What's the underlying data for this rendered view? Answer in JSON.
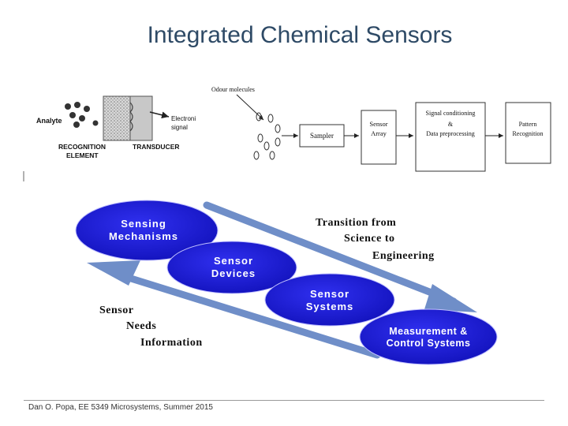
{
  "slide": {
    "title": "Integrated Chemical Sensors",
    "footer": "Dan O. Popa, EE 5349 Microsystems, Summer 2015"
  },
  "recognition_diagram": {
    "analyte_label": "Analyte",
    "electronic_signal_label": "Electroni signal",
    "recognition_element_label": "RECOGNITION ELEMENT",
    "transducer_label": "TRANSDUCER"
  },
  "enose_diagram": {
    "odour_molecules_label": "Odour molecules",
    "blocks": [
      "Sampler",
      "Sensor Array",
      "Signal conditioning & Data preprocessing",
      "Pattern Recognition"
    ]
  },
  "hierarchy_diagram": {
    "ellipses": [
      "Sensing Mechanisms",
      "Sensor Devices",
      "Sensor Systems",
      "Measurement & Control Systems"
    ],
    "down_arrow_label": "Transition from Science to Engineering",
    "up_arrow_label": "Sensor Needs Information",
    "colors": {
      "ellipse": "#1a1ad6",
      "arrow": "#6f8ec8",
      "text": "#ffffff"
    }
  }
}
